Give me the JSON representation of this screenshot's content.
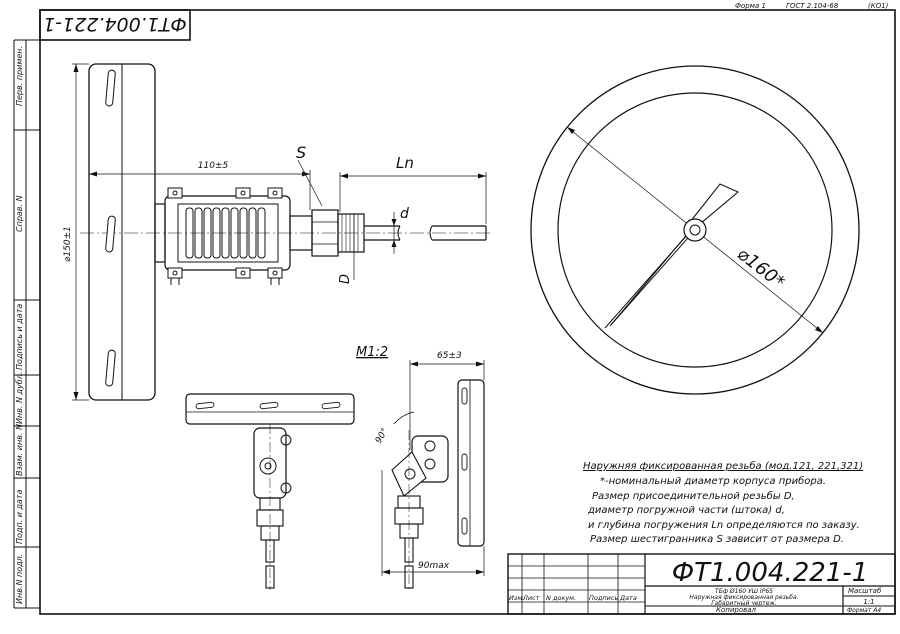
{
  "header": {
    "form": "Форма 1",
    "gost": "ГОСТ 2.104-68",
    "code": "(КО1)"
  },
  "corner_designation": "ФТ1.004.221-1",
  "margin_labels": {
    "perv_primen": "Перв. примен.",
    "sprav_n": "Справ. N",
    "podp_data_1": "Подпись и дата",
    "inv_dubl": "Инв. N дубл.",
    "vzam_inv": "Взам. инв. N",
    "podp_data_2": "Подп. и дата",
    "inv_podl": "Инв.N подл."
  },
  "dimensions": {
    "width_110": "110±5",
    "hex_s": "S",
    "ln": "Ln",
    "dia_d": "d",
    "thread_D": "D",
    "dia_150": "⌀150±1",
    "dia_160": "⌀160*",
    "scale_label": "М1:2",
    "dim_65": "65±3",
    "angle_90": "90°",
    "dim_90max": "90max"
  },
  "notes": {
    "title": "Наружняя фиксированная резьба (мод.121, 221,321)",
    "lines": [
      "*-номинальный диаметр корпуса прибора.",
      "Размер присоединительной резьбы D,",
      "диаметр погружной части (штока) d,",
      "и глубина погружения Ln определяются по заказу.",
      "Размер шестигранника S зависит от размера D."
    ]
  },
  "title_block": {
    "designation": "ФТ1.004.221-1",
    "product_line1": "ТБф Ø160 УШ IP65",
    "product_line2": "Наружная фиксированная резьба.",
    "product_line3": "Габаритный чертеж.",
    "col_izm": "Изм.",
    "col_list": "Лист",
    "col_ndokum": "N докум.",
    "col_podpis": "Подпись",
    "col_data": "Дата",
    "masshtab_label": "Масштаб",
    "masshtab_value": "1:1",
    "kopiroval": "Копировал",
    "format": "Формат  А4"
  }
}
